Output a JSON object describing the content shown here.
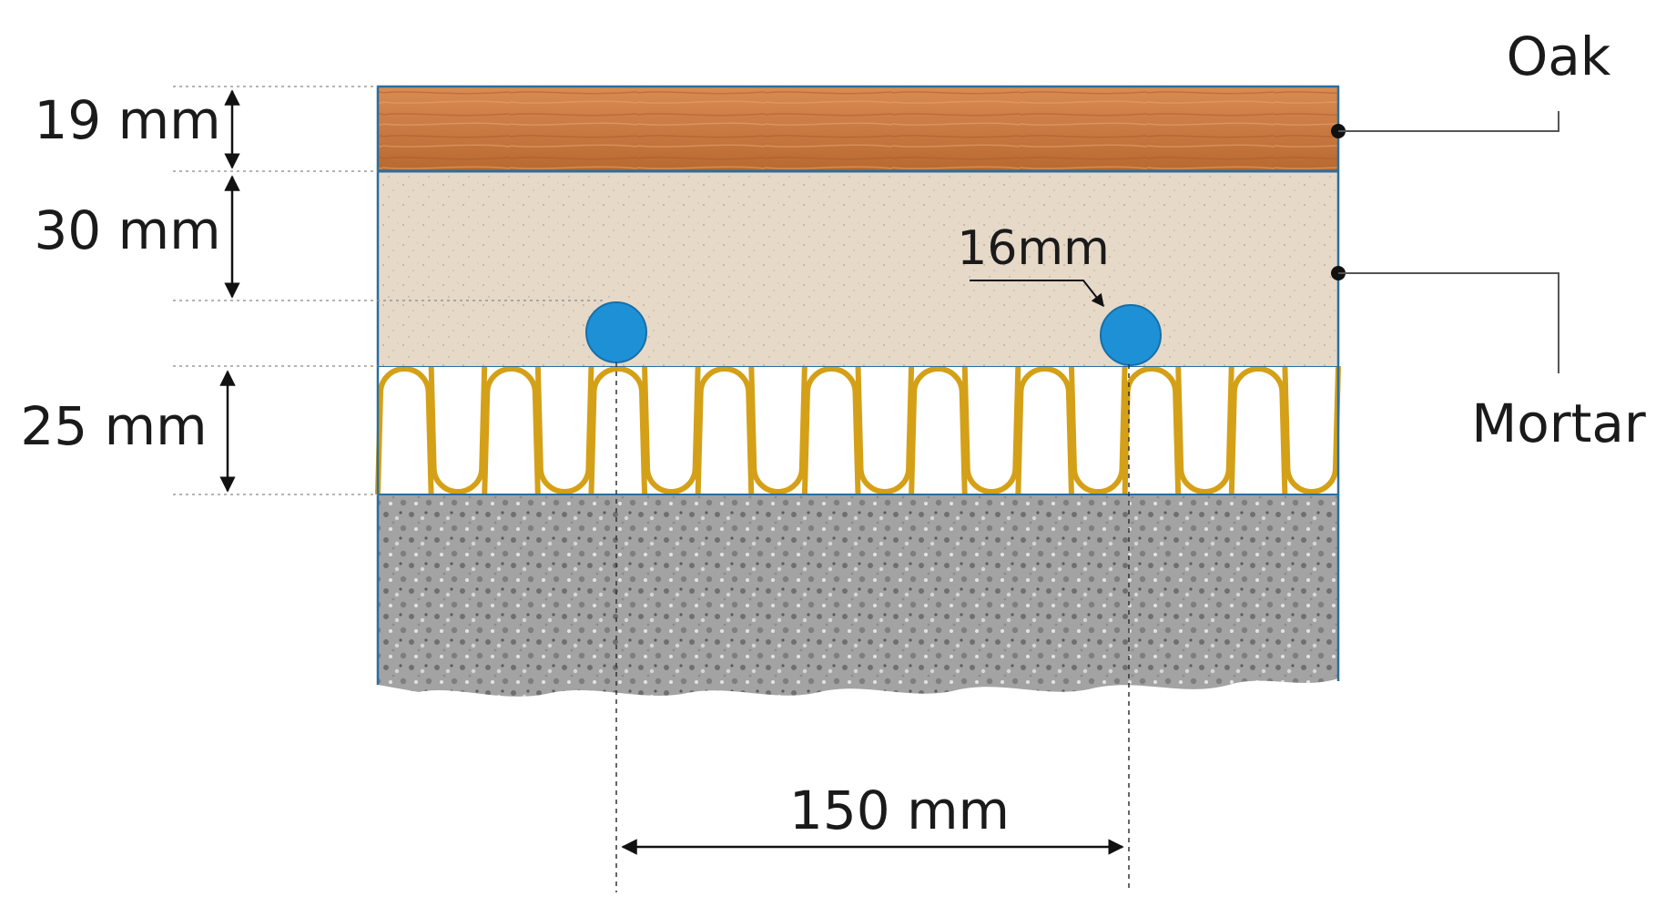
{
  "layers": [
    {
      "name": "Oak",
      "thickness_mm": 19,
      "color": "#c97a43"
    },
    {
      "name": "Mortar",
      "thickness_mm": 30,
      "color": "#e6d9c8"
    },
    {
      "name": "",
      "thickness_mm": 25,
      "color": "#d4a017"
    },
    {
      "name": "",
      "color": "#9a9a9a"
    }
  ],
  "dimensions": {
    "oak_thickness": "19 mm",
    "mortar_thickness": "30 mm",
    "insulation_thickness": "25 mm",
    "pipe_diameter": "16mm",
    "pipe_spacing": "150 mm"
  },
  "callouts": {
    "oak": "Oak",
    "mortar": "Mortar"
  },
  "colors": {
    "pipe": "#1e90d6",
    "outline": "#2a6ea0",
    "dimension_line": "#111111",
    "insulation": "#d4a017"
  }
}
